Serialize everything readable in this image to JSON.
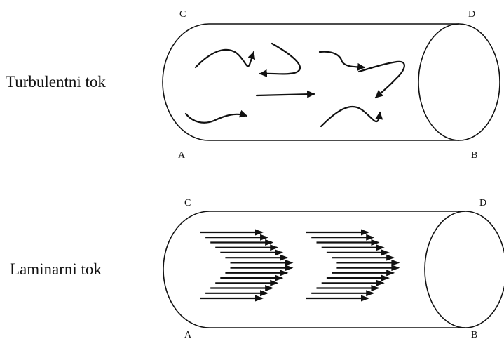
{
  "turbulent": {
    "label": "Turbulentni tok",
    "corners": {
      "top_left": "C",
      "top_right": "D",
      "bottom_left": "A",
      "bottom_right": "B"
    }
  },
  "laminar": {
    "label": "Laminarni tok",
    "corners": {
      "top_left": "C",
      "top_right": "D",
      "bottom_left": "A",
      "bottom_right": "B"
    }
  },
  "colors": {
    "ink": "#111111",
    "background": "#ffffff"
  }
}
